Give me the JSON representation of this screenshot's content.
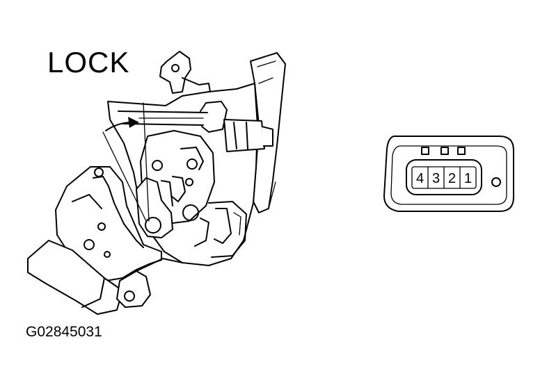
{
  "diagram": {
    "title": "LOCK",
    "figure_id": "G02845031",
    "connector": {
      "pins": [
        "4",
        "3",
        "2",
        "1"
      ]
    },
    "icons": [
      "door-lock-actuator-drawing",
      "rotation-arrow-icon",
      "connector-icon"
    ]
  }
}
